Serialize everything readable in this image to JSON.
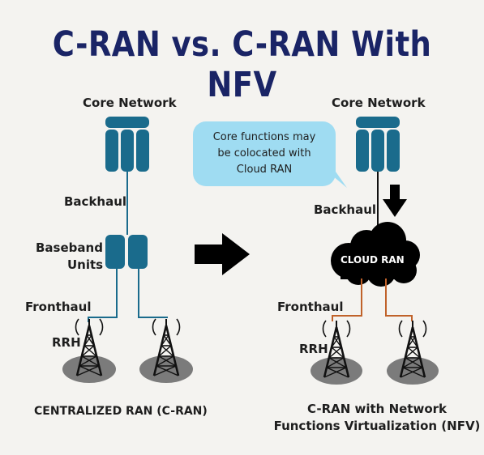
{
  "title": "C-RAN vs. C-RAN With NFV",
  "left": {
    "core_label": "Core Network",
    "backhaul_label": "Backhaul",
    "bbu_label_line1": "Baseband",
    "bbu_label_line2": "Units",
    "fronthaul_label": "Fronthaul",
    "rrh_label": "RRH",
    "caption": "CENTRALIZED RAN (C-RAN)"
  },
  "right": {
    "core_label": "Core Network",
    "backhaul_label": "Backhaul",
    "cloud_label": "CLOUD RAN",
    "fronthaul_label": "Fronthaul",
    "rrh_label": "RRH",
    "caption_line1": "C-RAN with Network",
    "caption_line2": "Functions Virtualization (NFV)"
  },
  "bubble": {
    "line1": "Core functions may",
    "line2": "be colocated with",
    "line3": "Cloud RAN"
  },
  "colors": {
    "title": "#1a2466",
    "server": "#1a6b8c",
    "left_link": "#1a6b8c",
    "right_fronthaul": "#c0622a",
    "bubble": "#9fdcf2"
  }
}
